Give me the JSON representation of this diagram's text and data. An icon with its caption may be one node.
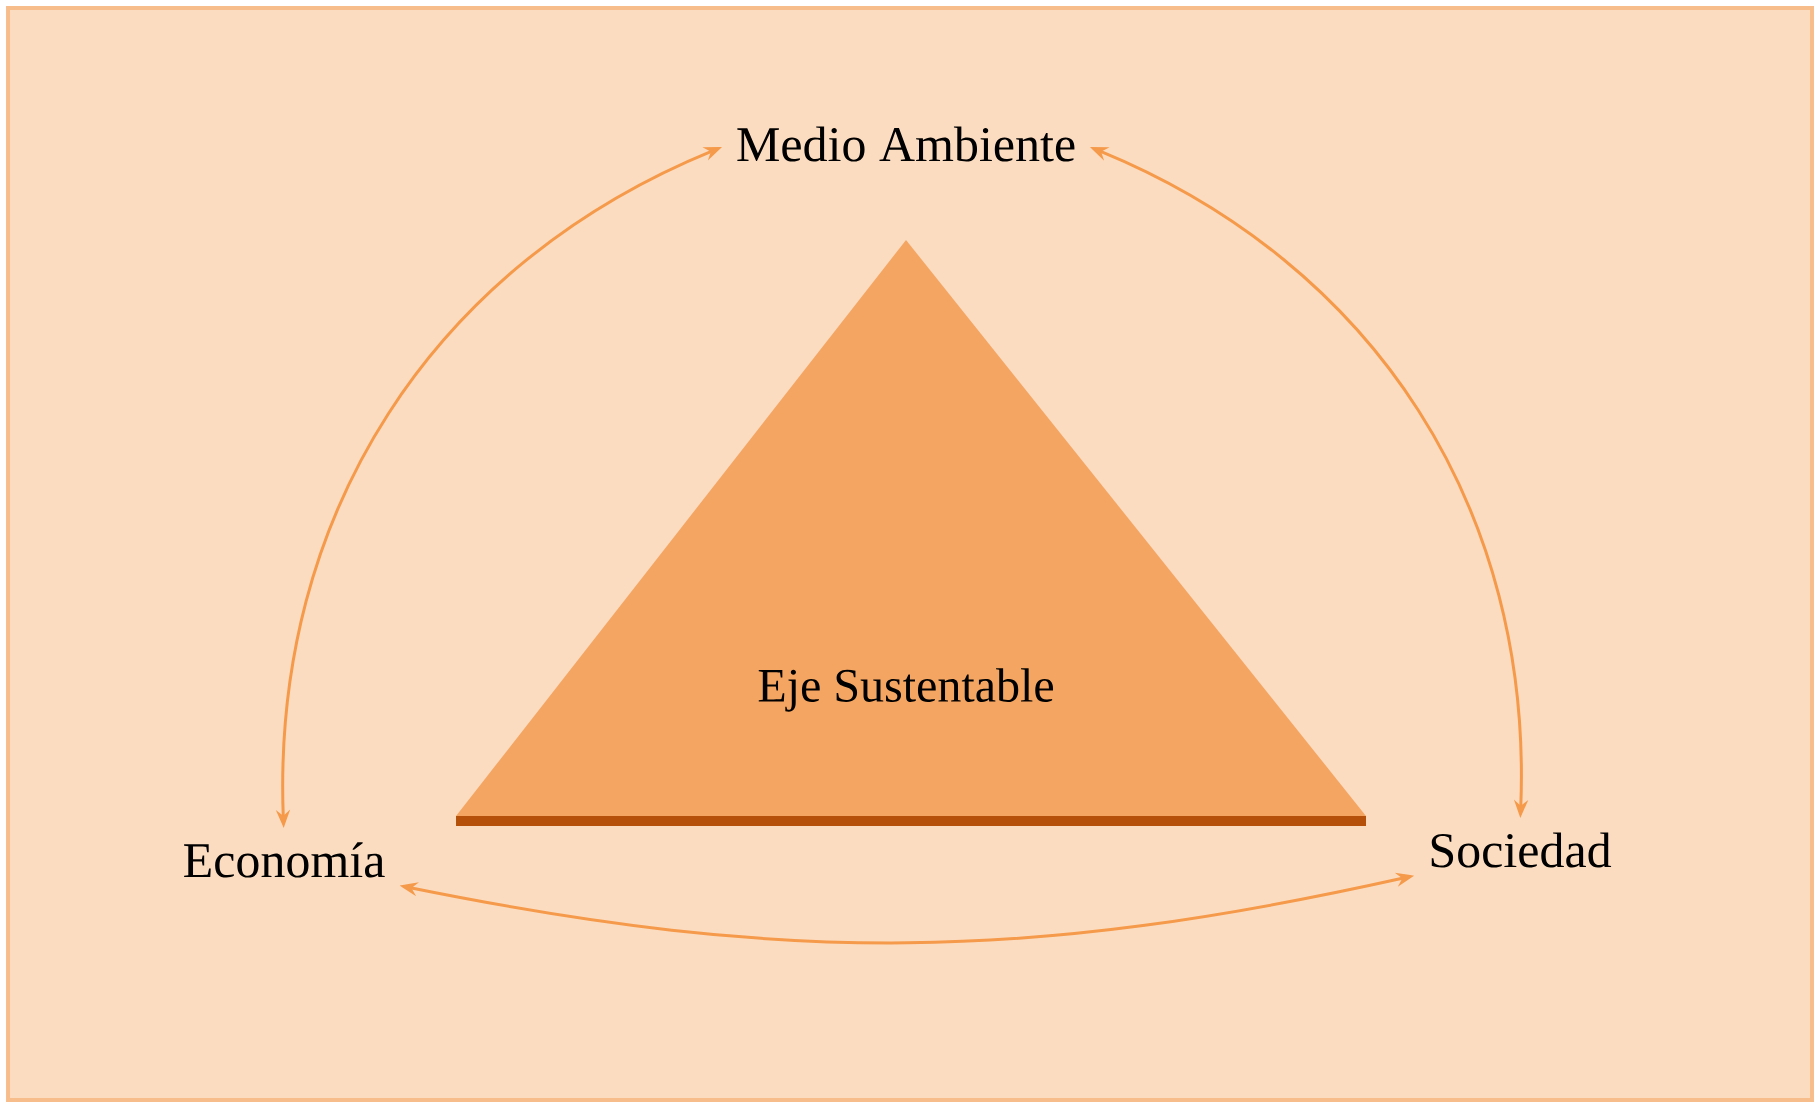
{
  "diagram": {
    "nodes": [
      {
        "text": [
          "Medio Ambiente"
        ]
      },
      {
        "text": [
          "Economía"
        ]
      },
      {
        "text": [
          "Sociedad"
        ]
      },
      {
        "text": [
          "Eje Sustentable"
        ]
      }
    ],
    "edges": [
      {
        "from": 0,
        "to": 1,
        "arrow": "both"
      },
      {
        "from": 0,
        "to": 2,
        "arrow": "both"
      },
      {
        "from": 1,
        "to": 2,
        "arrow": "both"
      }
    ]
  }
}
